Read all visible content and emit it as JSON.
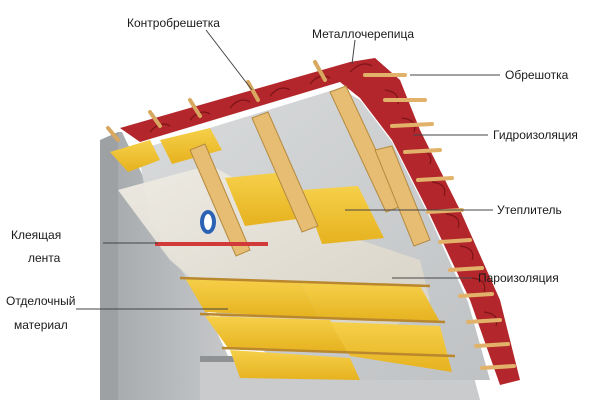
{
  "labels": {
    "counter_batten": "Контробрешетка",
    "metal_tile": "Металлочерепица",
    "batten": "Обрешотка",
    "waterproofing": "Гидроизоляция",
    "insulation": "Утеплитель",
    "adhesive_tape_line1": "Клеящая",
    "adhesive_tape_line2": "лента",
    "vapor_barrier": "Пароизоляция",
    "finishing_line1": "Отделочный",
    "finishing_line2": "материал"
  },
  "colors": {
    "tile_red": "#b3262b",
    "insulation_yellow": "#f2c230",
    "wood": "#e0b56a",
    "membrane_grey": "#cfd1d3",
    "vapor_film": "#e7e3d8",
    "wall_grey": "#b9bcbf",
    "tape_red": "#d23a3a",
    "leader_line": "#444444"
  }
}
